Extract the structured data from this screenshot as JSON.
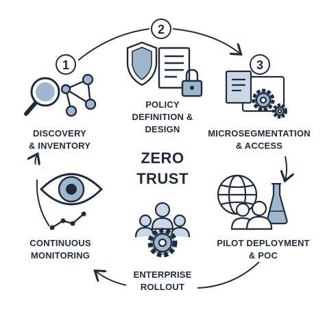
{
  "center": {
    "line1": "ZERO",
    "line2": "TRUST"
  },
  "steps": [
    {
      "number": "1",
      "label": "DISCOVERY\n& INVENTORY",
      "icon": "magnifier-network-icon"
    },
    {
      "number": "2",
      "label": "POLICY\nDEFINITION &\nDESIGN",
      "icon": "shield-document-lock-icon"
    },
    {
      "number": "3",
      "label": "MICROSEGMENTATION\n& ACCESS",
      "icon": "document-gears-icon"
    },
    {
      "label": "PILOT DEPLOYMENT\n& POC",
      "icon": "globe-people-flask-icon"
    },
    {
      "label": "ENTERPRISE\nROLLOUT",
      "icon": "people-gear-icon"
    },
    {
      "label": "CONTINUOUS\nMONITORING",
      "icon": "eye-trend-icon"
    }
  ],
  "colors": {
    "ink": "#1f2a3a",
    "fill": "#9fb6cf",
    "fill_light": "#c9d7e6"
  }
}
